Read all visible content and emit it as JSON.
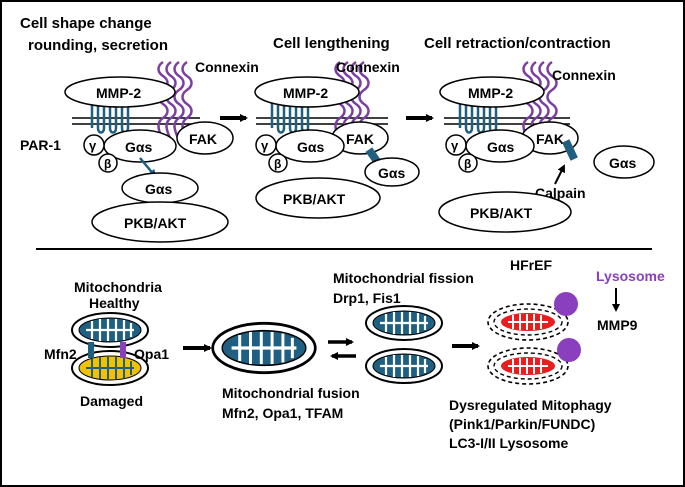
{
  "top": {
    "stage1_title_line1": "Cell shape change",
    "stage1_title_line2": "rounding, secretion",
    "stage2_title": "Cell lengthening",
    "stage3_title": "Cell retraction/contraction",
    "mmp2": "MMP-2",
    "connexin": "Connexin",
    "fak": "FAK",
    "gas": "Gαs",
    "gamma": "γ",
    "beta": "β",
    "par1": "PAR-1",
    "pkb": "PKB/AKT",
    "calpain": "Calpain"
  },
  "bottom": {
    "mito_title_line1": "Mitochondria",
    "mito_title_line2": "Healthy",
    "mfn2": "Mfn2",
    "opa1": "Opa1",
    "damaged": "Damaged",
    "fusion_line1": "Mitochondrial fusion",
    "fusion_line2": "Mfn2, Opa1, TFAM",
    "fission_line1": "Mitochondrial fission",
    "fission_line2": "Drp1, Fis1",
    "hfref": "HFrEF",
    "lysosome": "Lysosome",
    "mmp9": "MMP9",
    "mitophagy_line1": "Dysregulated Mitophagy",
    "mitophagy_line2": "(Pink1/Parkin/FUNDC)",
    "mitophagy_line3": "LC3-I/II Lysosome"
  },
  "colors": {
    "connexin": "#7b3fa0",
    "receptor": "#1e5f82",
    "lysosome": "#8a3fbf",
    "mito_cristae_healthy": "#1e5f82",
    "mito_cristae_damaged": "#f2c200",
    "mito_cristae_dysfunctional": "#e81e1e"
  }
}
